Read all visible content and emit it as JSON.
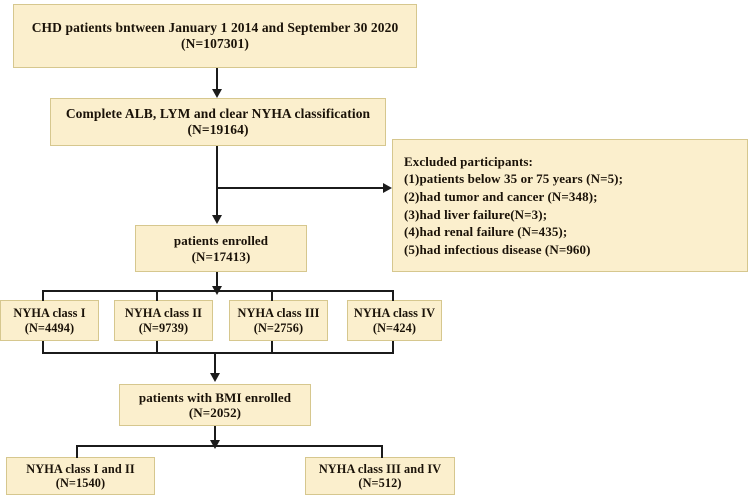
{
  "diagram": {
    "title": "CHD patient selection flow diagram",
    "palette": {
      "box_fill": "#fbefcd",
      "box_border": "#d6c78e",
      "connector": "#1b1b1b",
      "text": "#1a1208",
      "background": "#ffffff"
    },
    "nodes": {
      "cohort": {
        "line1": "CHD patients bntween January 1 2014 and  September 30 2020",
        "line2": "(N=107301)",
        "count": 107301
      },
      "complete": {
        "line1": "Complete ALB, LYM and clear NYHA classification",
        "line2": "(N=19164)",
        "count": 19164
      },
      "excluded": {
        "heading": "Excluded participants:",
        "items": [
          "(1)patients below 35 or 75 years (N=5);",
          "(2)had tumor and cancer (N=348);",
          "(3)had liver failure(N=3);",
          "(4)had renal failure (N=435);",
          "(5)had infectious disease (N=960)"
        ]
      },
      "enrolled": {
        "line1": "patients enrolled",
        "line2": "(N=17413)",
        "count": 17413
      },
      "nyha1": {
        "line1": "NYHA class I",
        "line2": "(N=4494)",
        "count": 4494
      },
      "nyha2": {
        "line1": "NYHA class II",
        "line2": "(N=9739)",
        "count": 9739
      },
      "nyha3": {
        "line1": "NYHA class III",
        "line2": "(N=2756)",
        "count": 2756
      },
      "nyha4": {
        "line1": "NYHA class IV",
        "line2": "(N=424)",
        "count": 424
      },
      "bmi": {
        "line1": "patients with BMI enrolled",
        "line2": "(N=2052)",
        "count": 2052
      },
      "nyha12": {
        "line1": "NYHA class I and II",
        "line2": "(N=1540)",
        "count": 1540
      },
      "nyha34": {
        "line1": "NYHA class  III and IV",
        "line2": "(N=512)",
        "count": 512
      }
    }
  }
}
